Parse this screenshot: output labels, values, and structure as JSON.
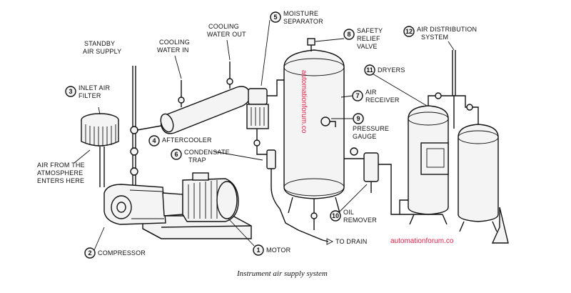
{
  "labels": {
    "l1": {
      "num": "1",
      "lines": [
        "MOTOR"
      ]
    },
    "l2": {
      "num": "2",
      "lines": [
        "COMPRESSOR"
      ]
    },
    "l3": {
      "num": "3",
      "lines": [
        "INLET AIR",
        "FILTER"
      ]
    },
    "l4": {
      "num": "4",
      "lines": [
        "AFTERCOOLER"
      ]
    },
    "l5": {
      "num": "5",
      "lines": [
        "MOISTURE",
        "SEPARATOR"
      ]
    },
    "l6": {
      "num": "6",
      "lines": [
        "CONDENSATE",
        "TRAP"
      ]
    },
    "l7": {
      "num": "7",
      "lines": [
        "AIR",
        "RECEIVER"
      ]
    },
    "l8": {
      "num": "8",
      "lines": [
        "SAFETY",
        "RELIEF",
        "VALVE"
      ]
    },
    "l9": {
      "num": "9",
      "lines": [
        "PRESSURE",
        "GAUGE"
      ]
    },
    "l10": {
      "num": "10",
      "lines": [
        "OIL",
        "REMOVER"
      ]
    },
    "l11": {
      "num": "11",
      "lines": [
        "DRYERS"
      ]
    },
    "l12": {
      "num": "12",
      "lines": [
        "AIR DISTRIBUTION",
        "SYSTEM"
      ]
    }
  },
  "texts": {
    "standby": [
      "STANDBY",
      "AIR SUPPLY"
    ],
    "cooling_in": [
      "COOLING",
      "WATER IN"
    ],
    "cooling_out": [
      "COOLING",
      "WATER OUT"
    ],
    "atmosphere": [
      "AIR FROM THE",
      "ATMOSPHERE",
      "ENTERS HERE"
    ],
    "drain": "TO DRAIN"
  },
  "watermarks": {
    "vertical": "automationforum.co",
    "bottom": "automationforum.co"
  },
  "caption": "Instrument air supply system",
  "colors": {
    "watermark": "#e0204a",
    "ink": "#111111"
  }
}
